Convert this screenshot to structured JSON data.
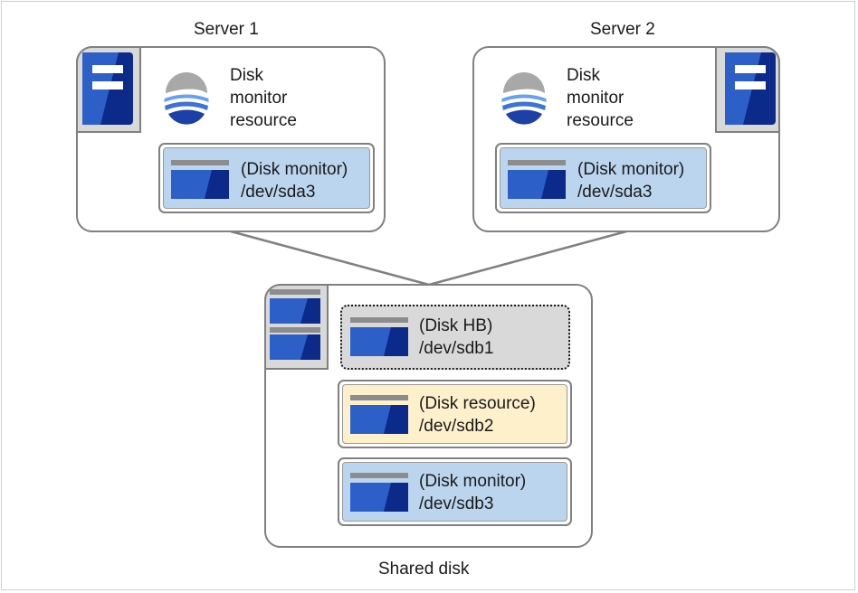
{
  "servers": [
    {
      "label": "Server 1",
      "resource_label": "Disk\nmonitor\nresource",
      "disk": {
        "title": "(Disk monitor)",
        "device": "/dev/sda3"
      }
    },
    {
      "label": "Server 2",
      "resource_label": "Disk\nmonitor\nresource",
      "disk": {
        "title": "(Disk monitor)",
        "device": "/dev/sda3"
      }
    }
  ],
  "shared": {
    "label": "Shared disk",
    "partitions": [
      {
        "title": "(Disk HB)",
        "device": "/dev/sdb1",
        "style": "dotted-gray"
      },
      {
        "title": "(Disk resource)",
        "device": "/dev/sdb2",
        "style": "yellow"
      },
      {
        "title": "(Disk monitor)",
        "device": "/dev/sdb3",
        "style": "blue"
      }
    ]
  },
  "icons": {
    "server": "server-tower-icon",
    "monitor": "disk-monitor-resource-icon",
    "disk": "disk-drive-icon",
    "shared_storage": "shared-storage-icon"
  },
  "colors": {
    "icon_blue_dark": "#0b2a8a",
    "icon_blue": "#2d5fc8",
    "partition_blue": "#bcd5ee",
    "partition_yellow": "#fff0cc",
    "partition_gray": "#d9d9d9"
  }
}
